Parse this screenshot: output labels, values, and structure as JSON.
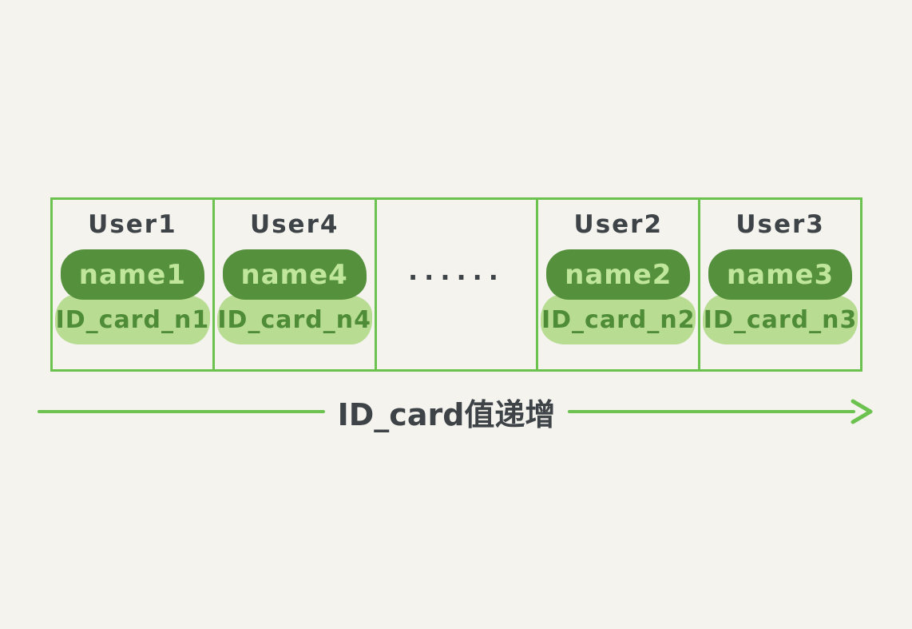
{
  "page": {
    "background": "#f4f3ee"
  },
  "colors": {
    "border_green": "#6cc24e",
    "arrow_green": "#6cc24e",
    "pill_dark_green": "#55913d",
    "pill_light_green": "#b8dd92",
    "name_text_green": "#c0e69c",
    "id_card_text_green": "#4f8c38",
    "title_text": "#3e4347"
  },
  "table": {
    "ellipsis": "······",
    "cells": [
      {
        "user": "User1",
        "name": "name1",
        "id_card": "ID_card_n1"
      },
      {
        "user": "User4",
        "name": "name4",
        "id_card": "ID_card_n4"
      },
      {
        "user": "User2",
        "name": "name2",
        "id_card": "ID_card_n2"
      },
      {
        "user": "User3",
        "name": "name3",
        "id_card": "ID_card_n3"
      }
    ]
  },
  "arrow": {
    "label": "ID_card值递增"
  }
}
